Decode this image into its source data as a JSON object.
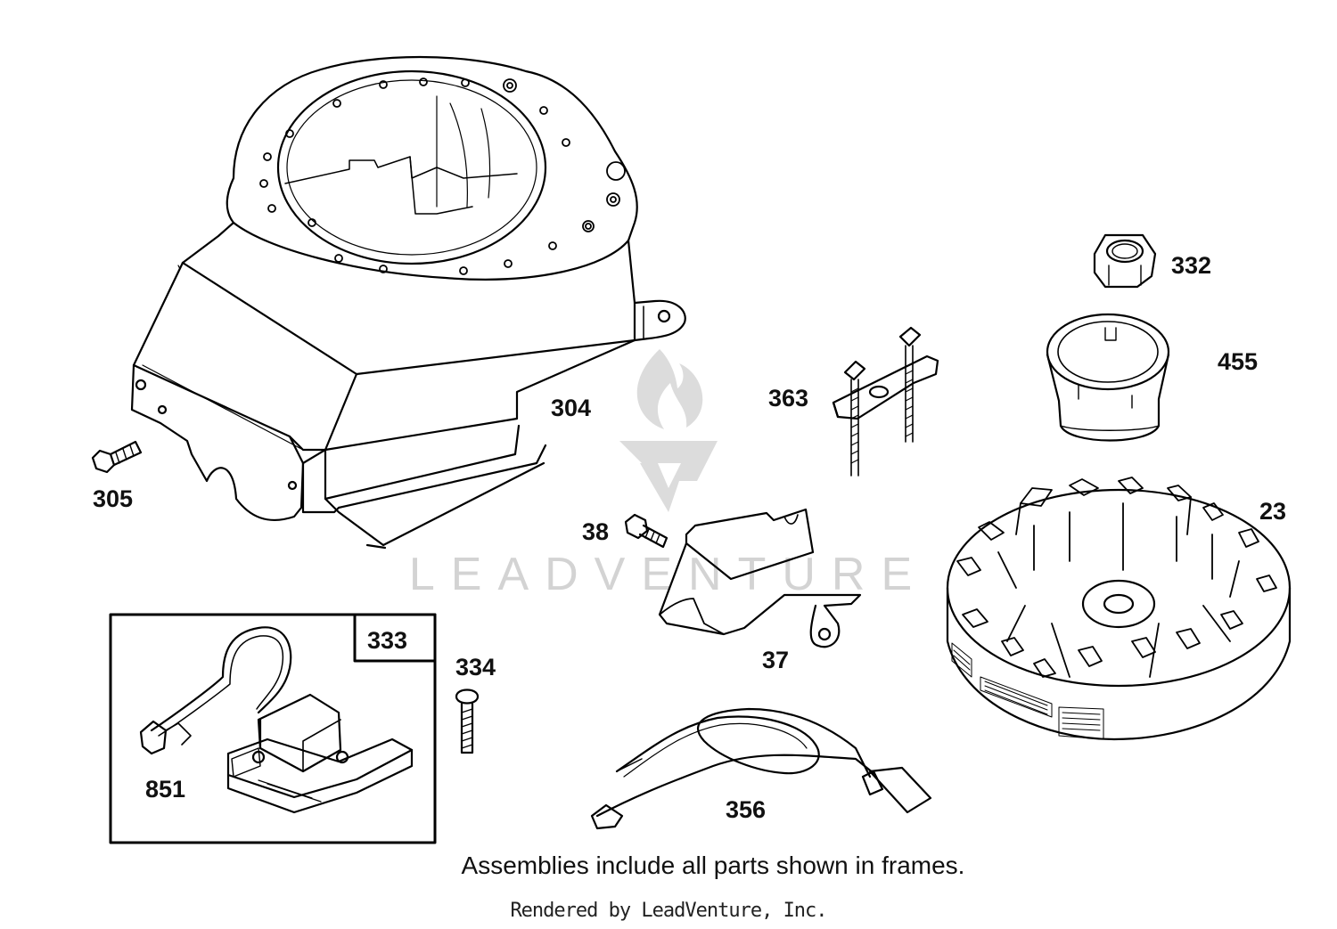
{
  "watermark": {
    "brand": "LEADVENTURE",
    "color": "#d3d3d3"
  },
  "callouts": {
    "p304": "304",
    "p305": "305",
    "p332": "332",
    "p455": "455",
    "p363": "363",
    "p23": "23",
    "p38": "38",
    "p37": "37",
    "p333": "333",
    "p334": "334",
    "p851": "851",
    "p356": "356"
  },
  "footnote": "Assemblies include all parts shown in frames.",
  "credit": "Rendered by LeadVenture, Inc."
}
